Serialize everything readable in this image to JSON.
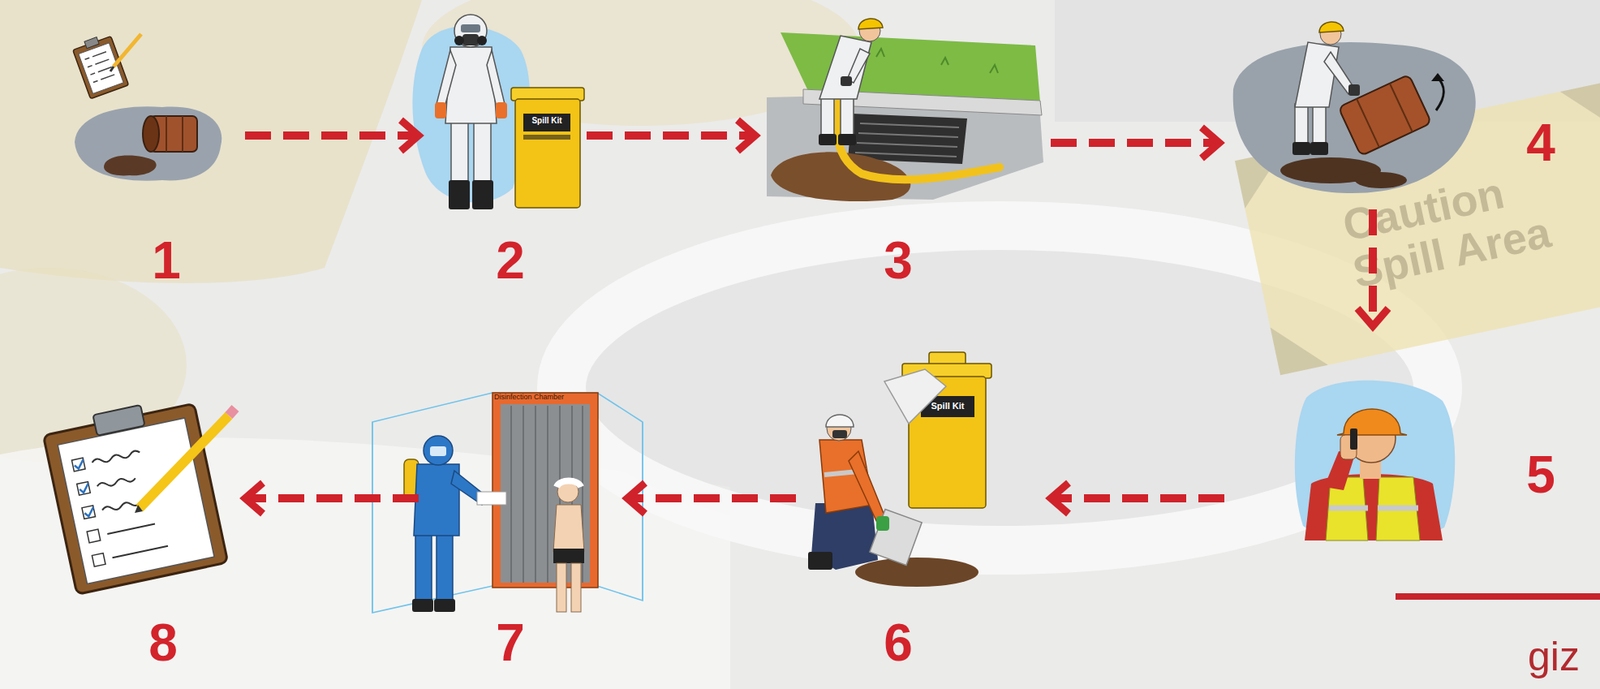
{
  "diagram": {
    "nodes": [
      {
        "text": [
          "1"
        ]
      },
      {
        "text": [
          "2"
        ]
      },
      {
        "text": [
          "3"
        ]
      },
      {
        "text": [
          "4"
        ]
      },
      {
        "text": [
          "5"
        ]
      },
      {
        "text": [
          "6"
        ]
      },
      {
        "text": [
          "7"
        ]
      },
      {
        "text": [
          "8"
        ]
      }
    ],
    "edges": [
      {
        "from": 0,
        "to": 1,
        "arrow": "to"
      },
      {
        "from": 1,
        "to": 2,
        "arrow": "to"
      },
      {
        "from": 2,
        "to": 3,
        "arrow": "to"
      },
      {
        "from": 3,
        "to": 4,
        "arrow": "to"
      },
      {
        "from": 4,
        "to": 5,
        "arrow": "to"
      },
      {
        "from": 5,
        "to": 6,
        "arrow": "to"
      },
      {
        "from": 6,
        "to": 7,
        "arrow": "to"
      }
    ],
    "labels": [
      "Spill Kit",
      "Spill Kit",
      "Disinfection Chamber",
      "Caution Spill Area",
      "giz"
    ]
  }
}
